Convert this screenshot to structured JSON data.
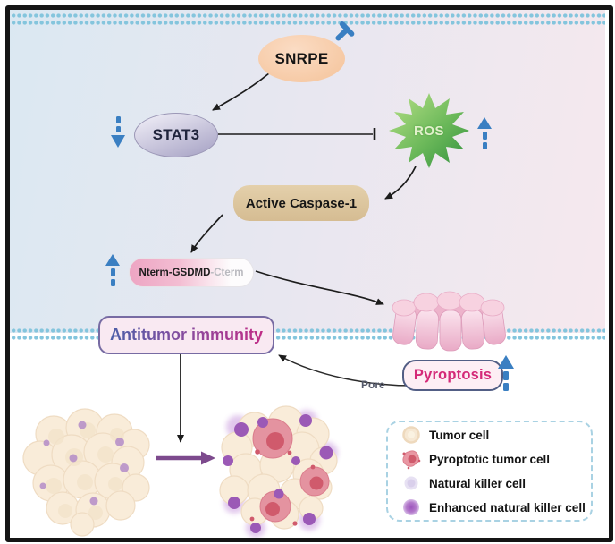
{
  "diagram": {
    "nodes": {
      "snrpe": "SNRPE",
      "stat3": "STAT3",
      "ros": "ROS",
      "caspase": "Active Caspase-1",
      "gsdmd_n": "Nterm-GSDMD",
      "gsdmd_c": "-Cterm",
      "antitumor": "Antitumor immunity",
      "pyroptosis": "Pyroptosis",
      "pore_label": "Pore"
    },
    "legend": {
      "items": [
        {
          "icon": "tumor-cell-icon",
          "label": "Tumor cell"
        },
        {
          "icon": "pyroptotic-tumor-cell-icon",
          "label": "Pyroptotic tumor cell"
        },
        {
          "icon": "natural-killer-cell-icon",
          "label": "Natural killer cell"
        },
        {
          "icon": "enhanced-natural-killer-cell-icon",
          "label": "Enhanced natural killer cell"
        }
      ]
    },
    "colors": {
      "membrane_dot": "#84c5dd",
      "accent_blue": "#3a7fc2",
      "purple_arrow": "#7d4a8d",
      "bg_gradient_left": "#dbe8f2",
      "bg_gradient_right": "#f6e8ee",
      "snrpe_fill": "#f6c9a4",
      "stat3_fill": "#b9b5d1",
      "ros_green": "#3f9c46",
      "caspase_fill": "#dcc49d",
      "gsdmd_pink": "#efa9c5",
      "antitumor_text_start": "#4d5fa8",
      "antitumor_text_end": "#c02c86",
      "pyroptosis_text": "#d42a78",
      "pore_pink": "#f3c3d6",
      "tumor_cell": "#f8ecd9",
      "pyroptotic_cell": "#e493a0",
      "nk_cell": "#e3dcee",
      "enhanced_nk_cell": "#aa6cc4"
    }
  }
}
